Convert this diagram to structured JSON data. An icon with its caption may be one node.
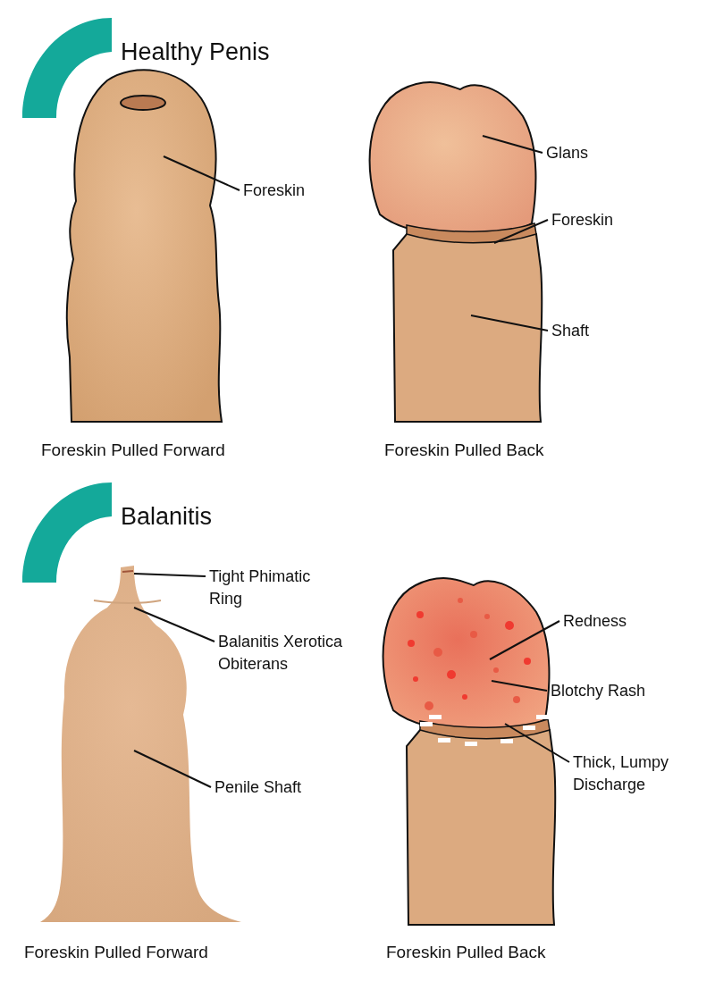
{
  "diagram": {
    "nodes": [
      {
        "text": [],
        "shape": "picture",
        "beside": [
          "Foreskin Pulled Forward"
        ]
      },
      {
        "text": [
          "Foreskin"
        ]
      },
      {
        "text": [],
        "shape": "picture",
        "beside": [
          "Foreskin Pulled Back"
        ]
      },
      {
        "text": [
          "Glans"
        ]
      },
      {
        "text": [
          "Foreskin"
        ]
      },
      {
        "text": [
          "Shaft"
        ]
      },
      {
        "text": [],
        "shape": "picture",
        "beside": [
          "Foreskin Pulled Forward"
        ]
      },
      {
        "text": [
          "Tight Phimatic Ring"
        ]
      },
      {
        "text": [
          "Balanitis Xerotica Obiterans"
        ]
      },
      {
        "text": [
          "Penile Shaft"
        ]
      },
      {
        "text": [],
        "shape": "picture",
        "beside": [
          "Foreskin Pulled Back"
        ]
      },
      {
        "text": [
          "Redness"
        ]
      },
      {
        "text": [
          "Blotchy Rash"
        ]
      },
      {
        "text": [
          "Thick, Lumpy Discharge"
        ]
      }
    ],
    "edges": [
      {
        "from": 1,
        "to": 0,
        "arrow": "none"
      },
      {
        "from": 3,
        "to": 2,
        "arrow": "none"
      },
      {
        "from": 4,
        "to": 2,
        "arrow": "none"
      },
      {
        "from": 5,
        "to": 2,
        "arrow": "none"
      },
      {
        "from": 7,
        "to": 6,
        "arrow": "none"
      },
      {
        "from": 8,
        "to": 6,
        "arrow": "none"
      },
      {
        "from": 9,
        "to": 6,
        "arrow": "none"
      },
      {
        "from": 11,
        "to": 10,
        "arrow": "none"
      },
      {
        "from": 12,
        "to": 10,
        "arrow": "none"
      },
      {
        "from": 13,
        "to": 10,
        "arrow": "none"
      }
    ],
    "labels": [
      "Healthy Penis",
      "Balanitis"
    ]
  }
}
